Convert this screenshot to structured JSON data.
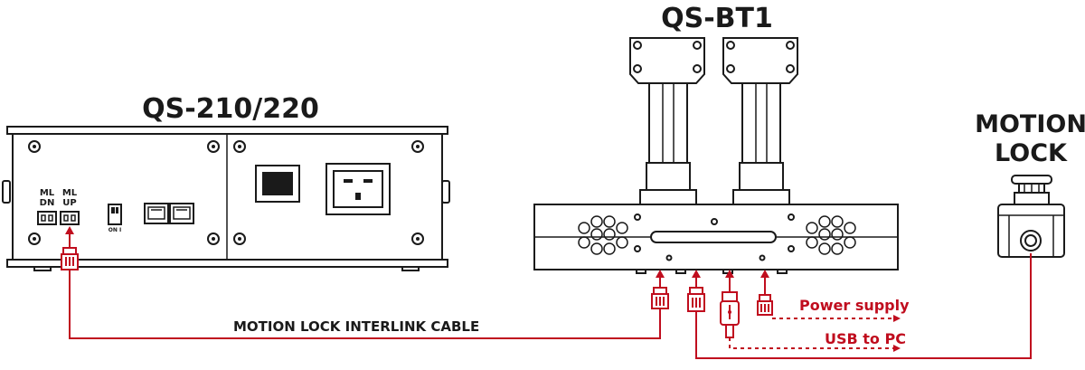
{
  "devices": {
    "controller": {
      "title": "QS-210/220",
      "port_dn": "ML\nDN",
      "port_up": "ML\nUP",
      "switch_label": "ON I"
    },
    "base": {
      "title": "QS-BT1"
    },
    "motion_lock": {
      "title_line1": "MOTION",
      "title_line2": "LOCK"
    }
  },
  "cables": {
    "interlink": "MOTION LOCK INTERLINK CABLE",
    "power": "Power supply",
    "usb": "USB to PC"
  },
  "colors": {
    "accent": "#c00d1e",
    "ink": "#1a1a1a"
  }
}
